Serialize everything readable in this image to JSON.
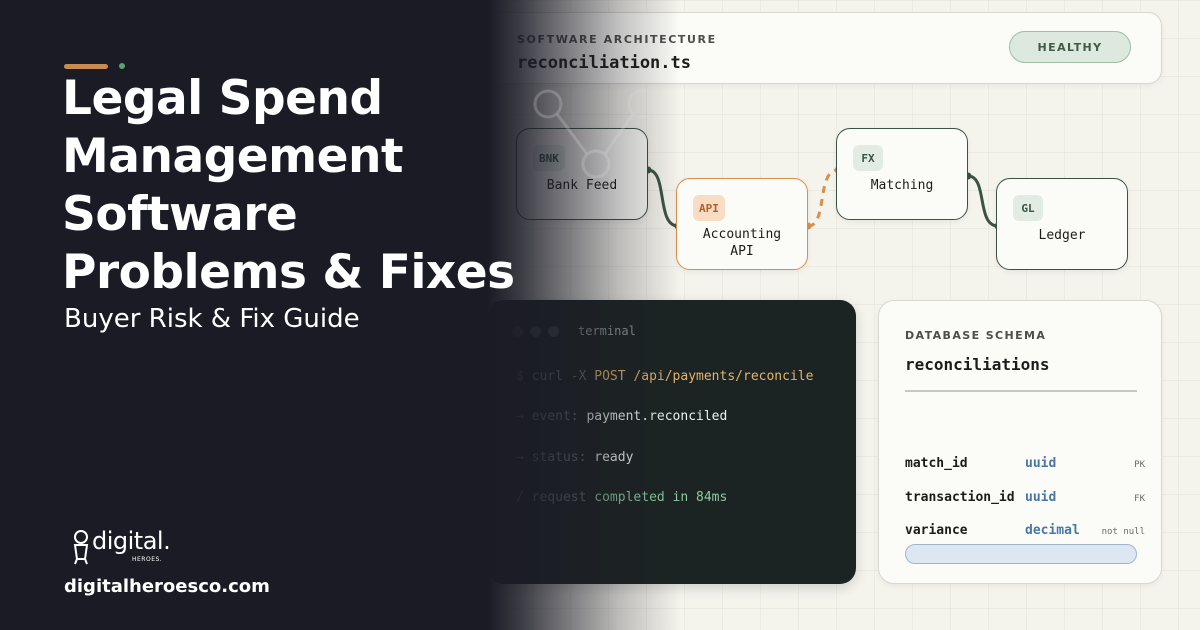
{
  "hero": {
    "title_lines": [
      "Legal Spend",
      "Management",
      "Software",
      "Problems & Fixes"
    ],
    "subtitle": "Buyer Risk & Fix Guide"
  },
  "brand": {
    "wordmark": "digital.",
    "sub": "HEROES.",
    "url": "digitalheroesco.com"
  },
  "architecture": {
    "eyebrow": "SOFTWARE ARCHITECTURE",
    "file": "reconciliation.ts",
    "status": "HEALTHY"
  },
  "flow": {
    "nodes": [
      {
        "tag": "BNK",
        "label": "Bank Feed",
        "accent": "green"
      },
      {
        "tag": "API",
        "label": "Accounting\nAPI",
        "accent": "orange"
      },
      {
        "tag": "FX",
        "label": "Matching",
        "accent": "green"
      },
      {
        "tag": "GL",
        "label": "Ledger",
        "accent": "green"
      }
    ]
  },
  "terminal": {
    "title": "terminal",
    "lines": [
      {
        "prefix": "$",
        "parts": [
          {
            "t": "curl -X ",
            "c": "muted"
          },
          {
            "t": "POST",
            "c": "amber"
          },
          {
            "t": " /api/payments/reconcile",
            "c": "amber"
          }
        ]
      },
      {
        "prefix": "→",
        "parts": [
          {
            "t": "event: ",
            "c": "muted"
          },
          {
            "t": "payment.reconciled",
            "c": "white"
          }
        ]
      },
      {
        "prefix": "→",
        "parts": [
          {
            "t": "status: ",
            "c": "muted"
          },
          {
            "t": "ready",
            "c": "white"
          }
        ]
      },
      {
        "prefix": "/",
        "parts": [
          {
            "t": "request ",
            "c": "muted"
          },
          {
            "t": "completed in 84ms",
            "c": "green"
          }
        ]
      }
    ]
  },
  "schema": {
    "eyebrow": "DATABASE SCHEMA",
    "table": "reconciliations",
    "fields": [
      {
        "name": "match_id",
        "type": "uuid",
        "key": "PK"
      },
      {
        "name": "transaction_id",
        "type": "uuid",
        "key": "FK"
      },
      {
        "name": "variance",
        "type": "decimal",
        "key": "not null"
      }
    ]
  },
  "colors": {
    "dark_panel": "#1b1b26",
    "accent_orange": "#c98a4f",
    "accent_green": "#5aa36f",
    "node_border": "#3a5443",
    "healthy_bg": "#dde9de"
  }
}
